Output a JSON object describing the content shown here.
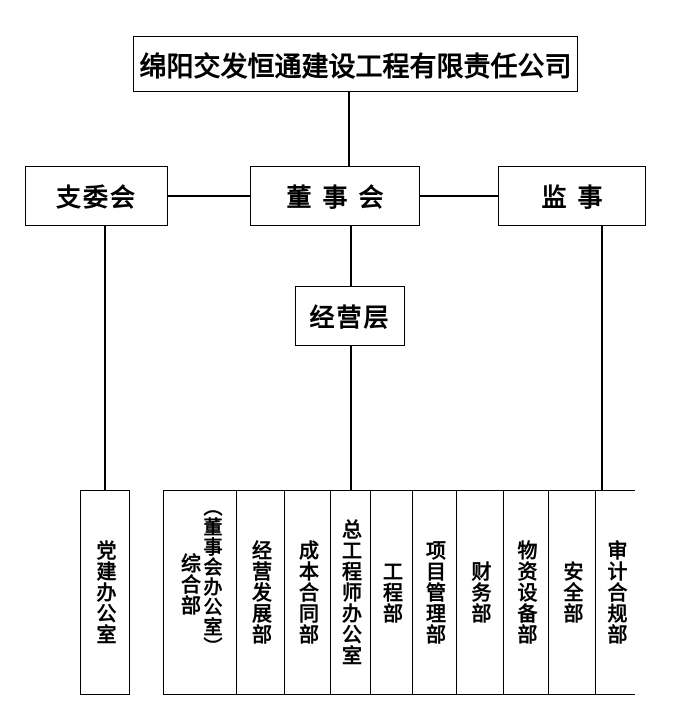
{
  "diagram": {
    "type": "organization-chart",
    "title": "绵阳交发恒通建设工程有限责任公司",
    "colors": {
      "background": "#ffffff",
      "line": "#000000",
      "text": "#000000"
    },
    "levels": {
      "company": {
        "label": "绵阳交发恒通建设工程有限责任公司"
      },
      "governance": {
        "party_committee": "支委会",
        "board": "董事会",
        "supervisor": "监事"
      },
      "management": {
        "label": "经营层"
      }
    },
    "party_office": {
      "label": "党建办公室"
    },
    "departments": [
      {
        "label": "综合部",
        "sublabel": "（董事会办公室）",
        "compound": true
      },
      {
        "label": "经营发展部",
        "sublabel": "",
        "compound": false
      },
      {
        "label": "成本合同部",
        "sublabel": "",
        "compound": false
      },
      {
        "label": "总工程师办公室",
        "sublabel": "",
        "compound": false
      },
      {
        "label": "工程部",
        "sublabel": "",
        "compound": false
      },
      {
        "label": "项目管理部",
        "sublabel": "",
        "compound": false
      },
      {
        "label": "财务部",
        "sublabel": "",
        "compound": false
      },
      {
        "label": "物资设备部",
        "sublabel": "",
        "compound": false
      },
      {
        "label": "安全部",
        "sublabel": "",
        "compound": false
      },
      {
        "label": "审计合规部",
        "sublabel": "",
        "compound": false
      }
    ]
  }
}
